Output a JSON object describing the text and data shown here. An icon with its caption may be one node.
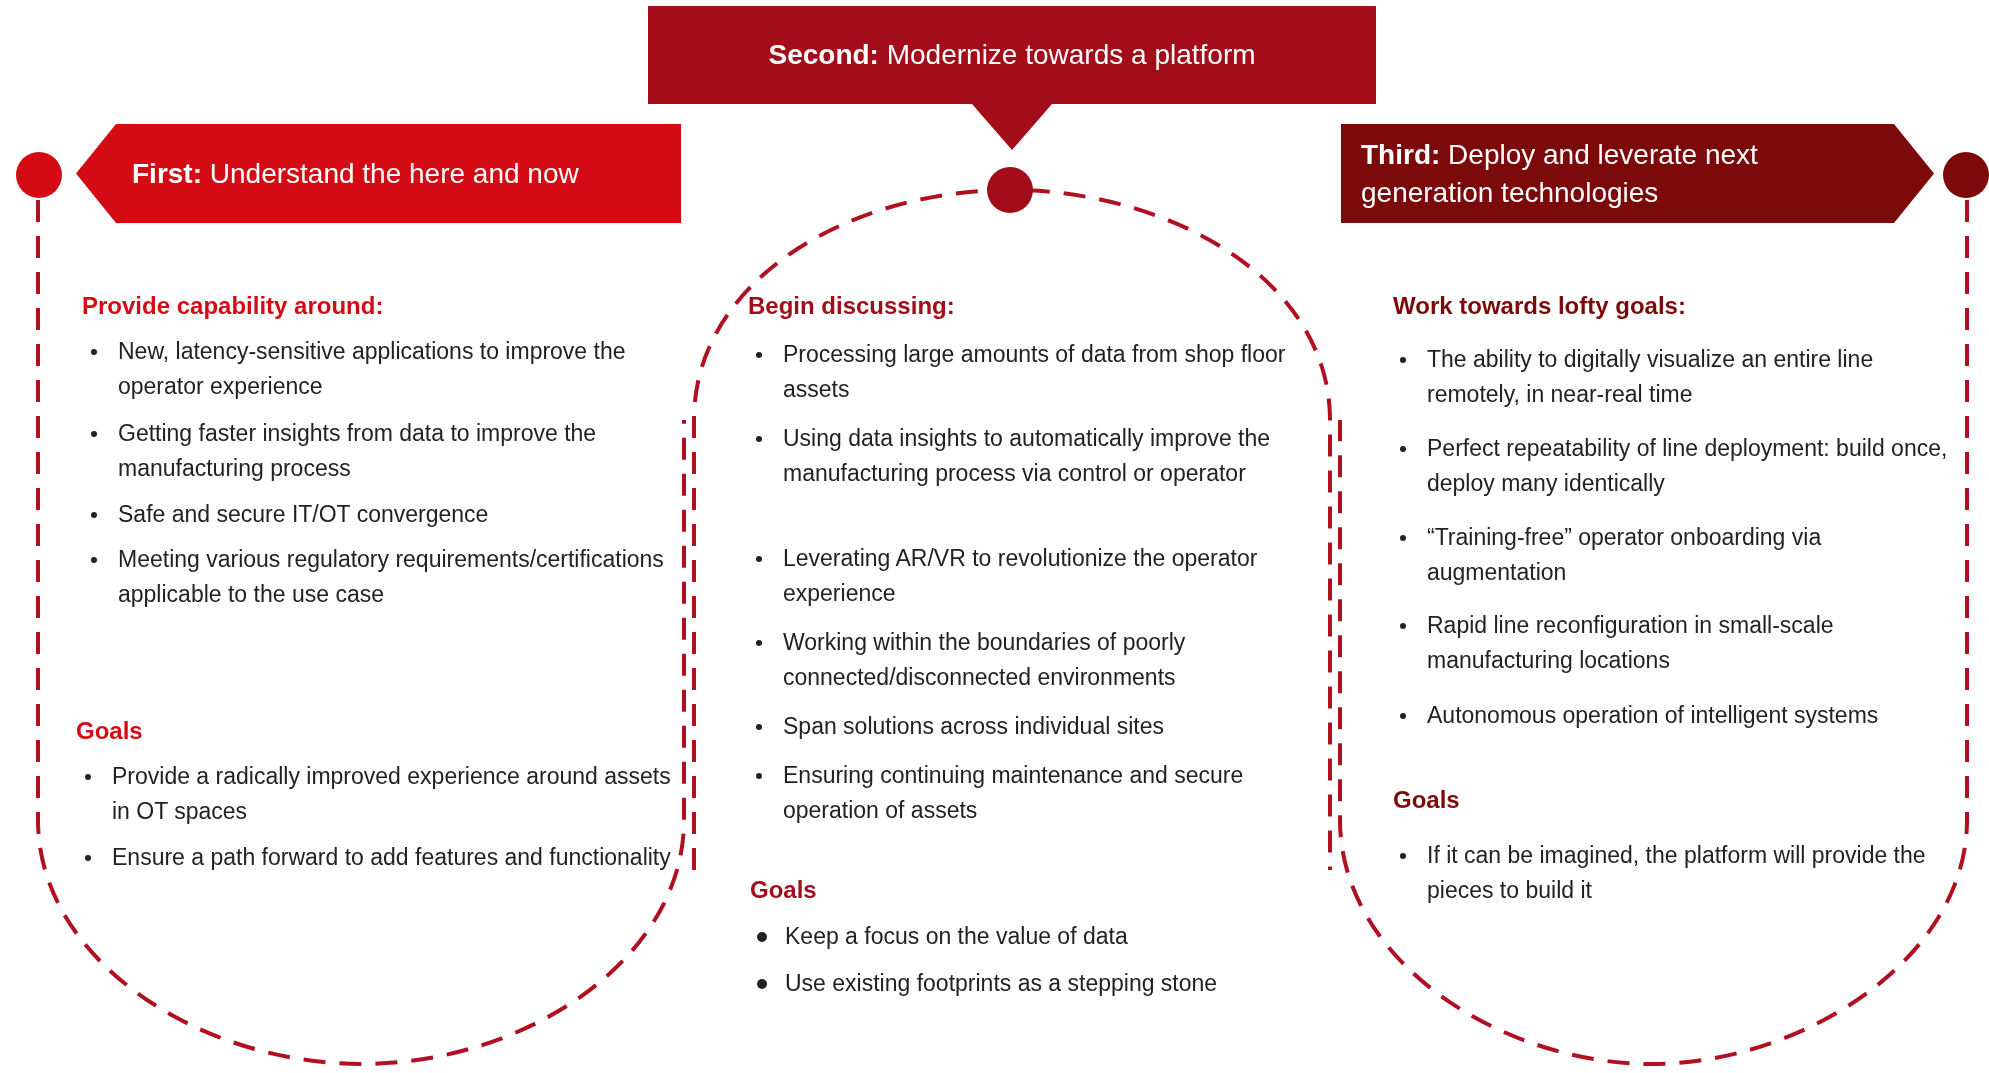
{
  "diagram": {
    "nodes": [
      {
        "text": [
          "**First:** Understand the here and now"
        ]
      },
      {
        "text": [
          "**Second:** Modernize towards a platform"
        ]
      },
      {
        "text": [
          "**Third:** Deploy and leverate next generation technologies"
        ]
      }
    ],
    "labels": [
      "Provide capability around:",
      "New, latency-sensitive applications to improve the operator experience",
      "Getting faster insights from data to improve the manufacturing process",
      "Safe and secure IT/OT convergence",
      "Meeting various regulatory requirements/certifications applicable to the use case",
      "Goals",
      "Provide a radically improved experience around assets in OT spaces",
      "Ensure a path forward to add features and functionality",
      "Begin discussing:",
      "Processing large amounts of data from shop floor assets",
      "Using data insights to automatically improve the manufacturing process via control or operator",
      "Leverating AR/VR to revolutionize the operator experience",
      "Working within the boundaries of poorly connected/disconnected environments",
      "Span solutions across individual sites",
      "Ensuring continuing maintenance and secure operation of assets",
      "Goals",
      "Keep a focus on the value of data",
      "Use existing footprints as a stepping stone",
      "Work towards lofty goals:",
      "The ability to digitally visualize an entire line remotely, in near-real time",
      "Perfect repeatability of line deployment: build once, deploy many identically",
      "“Training-free” operator onboarding via augmentation",
      "Rapid line reconfiguration in small-scale manufacturing locations",
      "Autonomous operation of intelligent systems",
      "Goals",
      "If it can be imagined, the platform will provide the pieces to build it"
    ]
  }
}
